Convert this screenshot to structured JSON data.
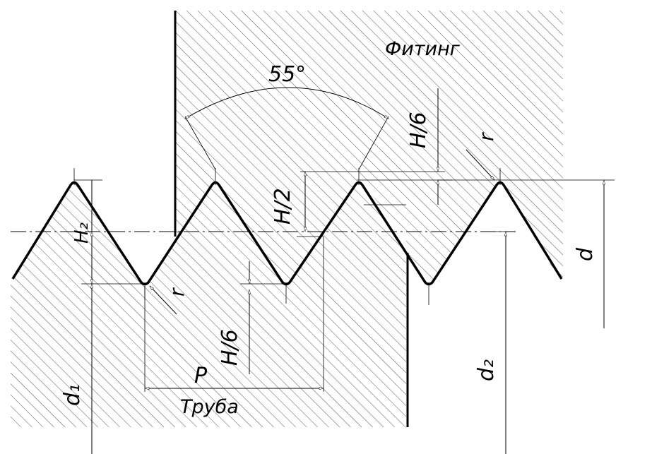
{
  "labels": {
    "fitting": "Фитинг",
    "pipe": "Труба",
    "angle": "55°",
    "h_sixth_top": "H/6",
    "h_half": "H/2",
    "h2": "H₂",
    "r_top": "r",
    "r_bottom": "r",
    "h_sixth_bottom": "H/6",
    "pitch": "P",
    "d": "d",
    "d1": "d₁",
    "d2": "d₂"
  },
  "colors": {
    "stroke": "#000000",
    "hatch": "#555555",
    "background": "#ffffff"
  }
}
